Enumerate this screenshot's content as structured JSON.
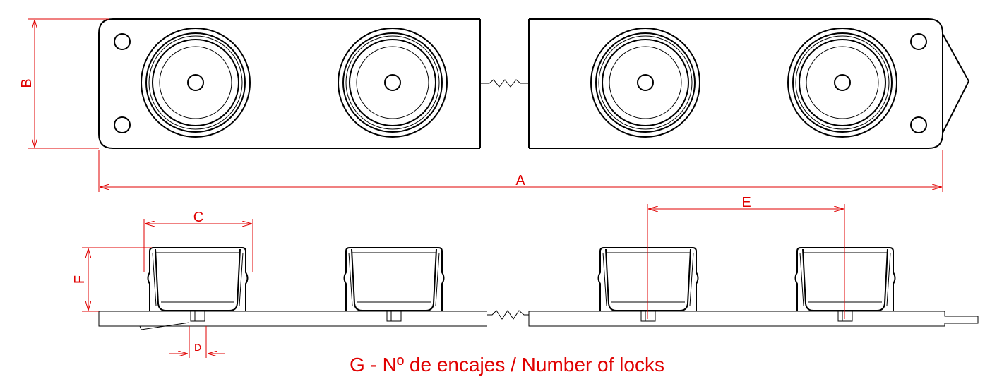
{
  "dimensions": {
    "a": "A",
    "b": "B",
    "c": "C",
    "d": "D",
    "e": "E",
    "f": "F"
  },
  "caption": "G - Nº de encajes / Number of locks",
  "colors": {
    "dimension": "#e00000",
    "outline": "#000000"
  }
}
